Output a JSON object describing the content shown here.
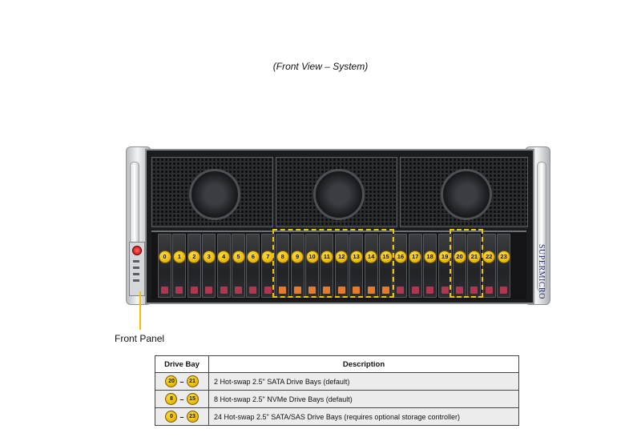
{
  "caption": "(Front View – System)",
  "brand_text": "SUPERMICRO",
  "front_panel_label": "Front Panel",
  "drive_numbers": [
    "0",
    "1",
    "2",
    "3",
    "4",
    "5",
    "6",
    "7",
    "8",
    "9",
    "10",
    "11",
    "12",
    "13",
    "14",
    "15",
    "16",
    "17",
    "18",
    "19",
    "20",
    "21",
    "22",
    "23"
  ],
  "table": {
    "headers": {
      "bay": "Drive Bay",
      "desc": "Description"
    },
    "rows": [
      {
        "from": "20",
        "sep": "–",
        "to": "21",
        "desc": "2 Hot-swap 2.5\" SATA Drive Bays (default)"
      },
      {
        "from": "8",
        "sep": "–",
        "to": "15",
        "desc": "8 Hot-swap 2.5\" NVMe Drive Bays (default)"
      },
      {
        "from": "0",
        "sep": "–",
        "to": "23",
        "desc": "24 Hot-swap 2.5\" SATA/SAS Drive Bays (requires optional storage controller)"
      }
    ]
  },
  "colors": {
    "highlight": "#f2c200",
    "badge": "#e8b400",
    "nvme_latch": "#e57b2d",
    "sas_latch": "#b0374f"
  }
}
